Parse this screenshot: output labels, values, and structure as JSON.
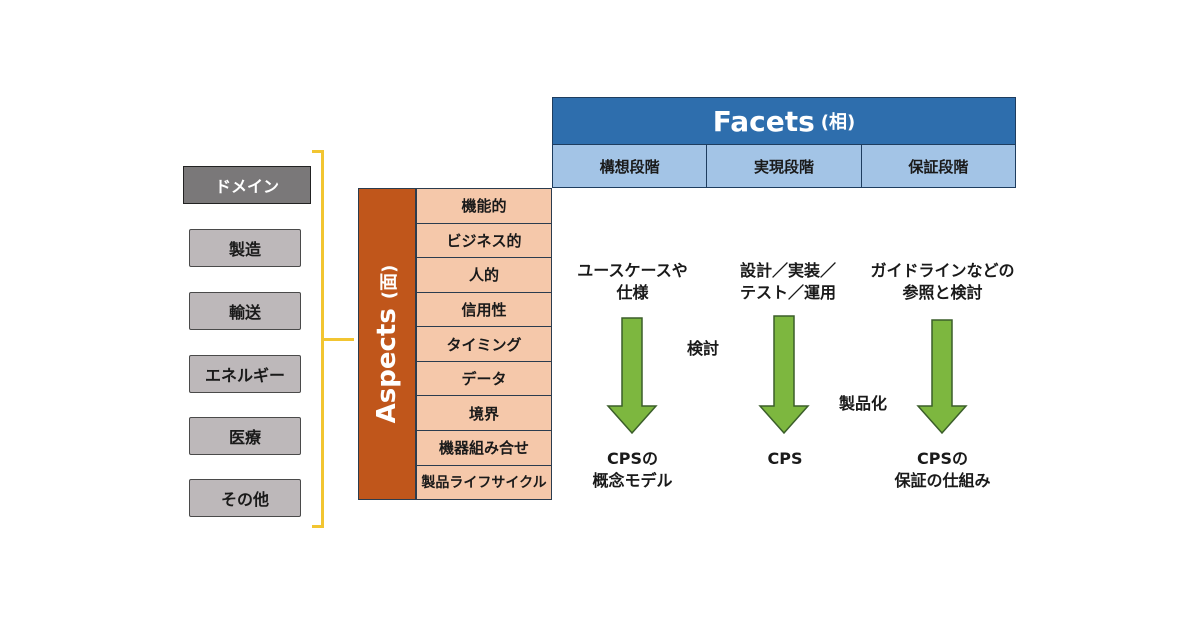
{
  "domains": {
    "header": "ドメイン",
    "items": [
      "製造",
      "輸送",
      "エネルギー",
      "医療",
      "その他"
    ]
  },
  "aspects": {
    "title": "Aspects",
    "title_jp": "(面)",
    "items": [
      "機能的",
      "ビジネス的",
      "人的",
      "信用性",
      "タイミング",
      "データ",
      "境界",
      "機器組み合せ",
      "製品ライフサイクル"
    ]
  },
  "facets": {
    "title": "Facets",
    "title_jp": "(相)",
    "stages": [
      "構想段階",
      "実現段階",
      "保証段階"
    ]
  },
  "flows": [
    {
      "input_line1": "ユースケースや",
      "input_line2": "仕様",
      "output_line1": "CPSの",
      "output_line2": "概念モデル"
    },
    {
      "input_line1": "設計／実装／",
      "input_line2": "テスト／運用",
      "output_line1": "CPS",
      "output_line2": ""
    },
    {
      "input_line1": "ガイドラインなどの",
      "input_line2": "参照と検討",
      "output_line1": "CPSの",
      "output_line2": "保証の仕組み"
    }
  ],
  "transitions": [
    "検討",
    "製品化"
  ],
  "colors": {
    "facets_header": "#2e6ead",
    "facets_cell": "#a3c4e6",
    "aspects_bar": "#c0561b",
    "aspect_cell": "#f5c8aa",
    "domain_box": "#bdb8ba",
    "domain_header": "#7a7879",
    "brace": "#f2c531",
    "arrow": "#7db73f"
  }
}
